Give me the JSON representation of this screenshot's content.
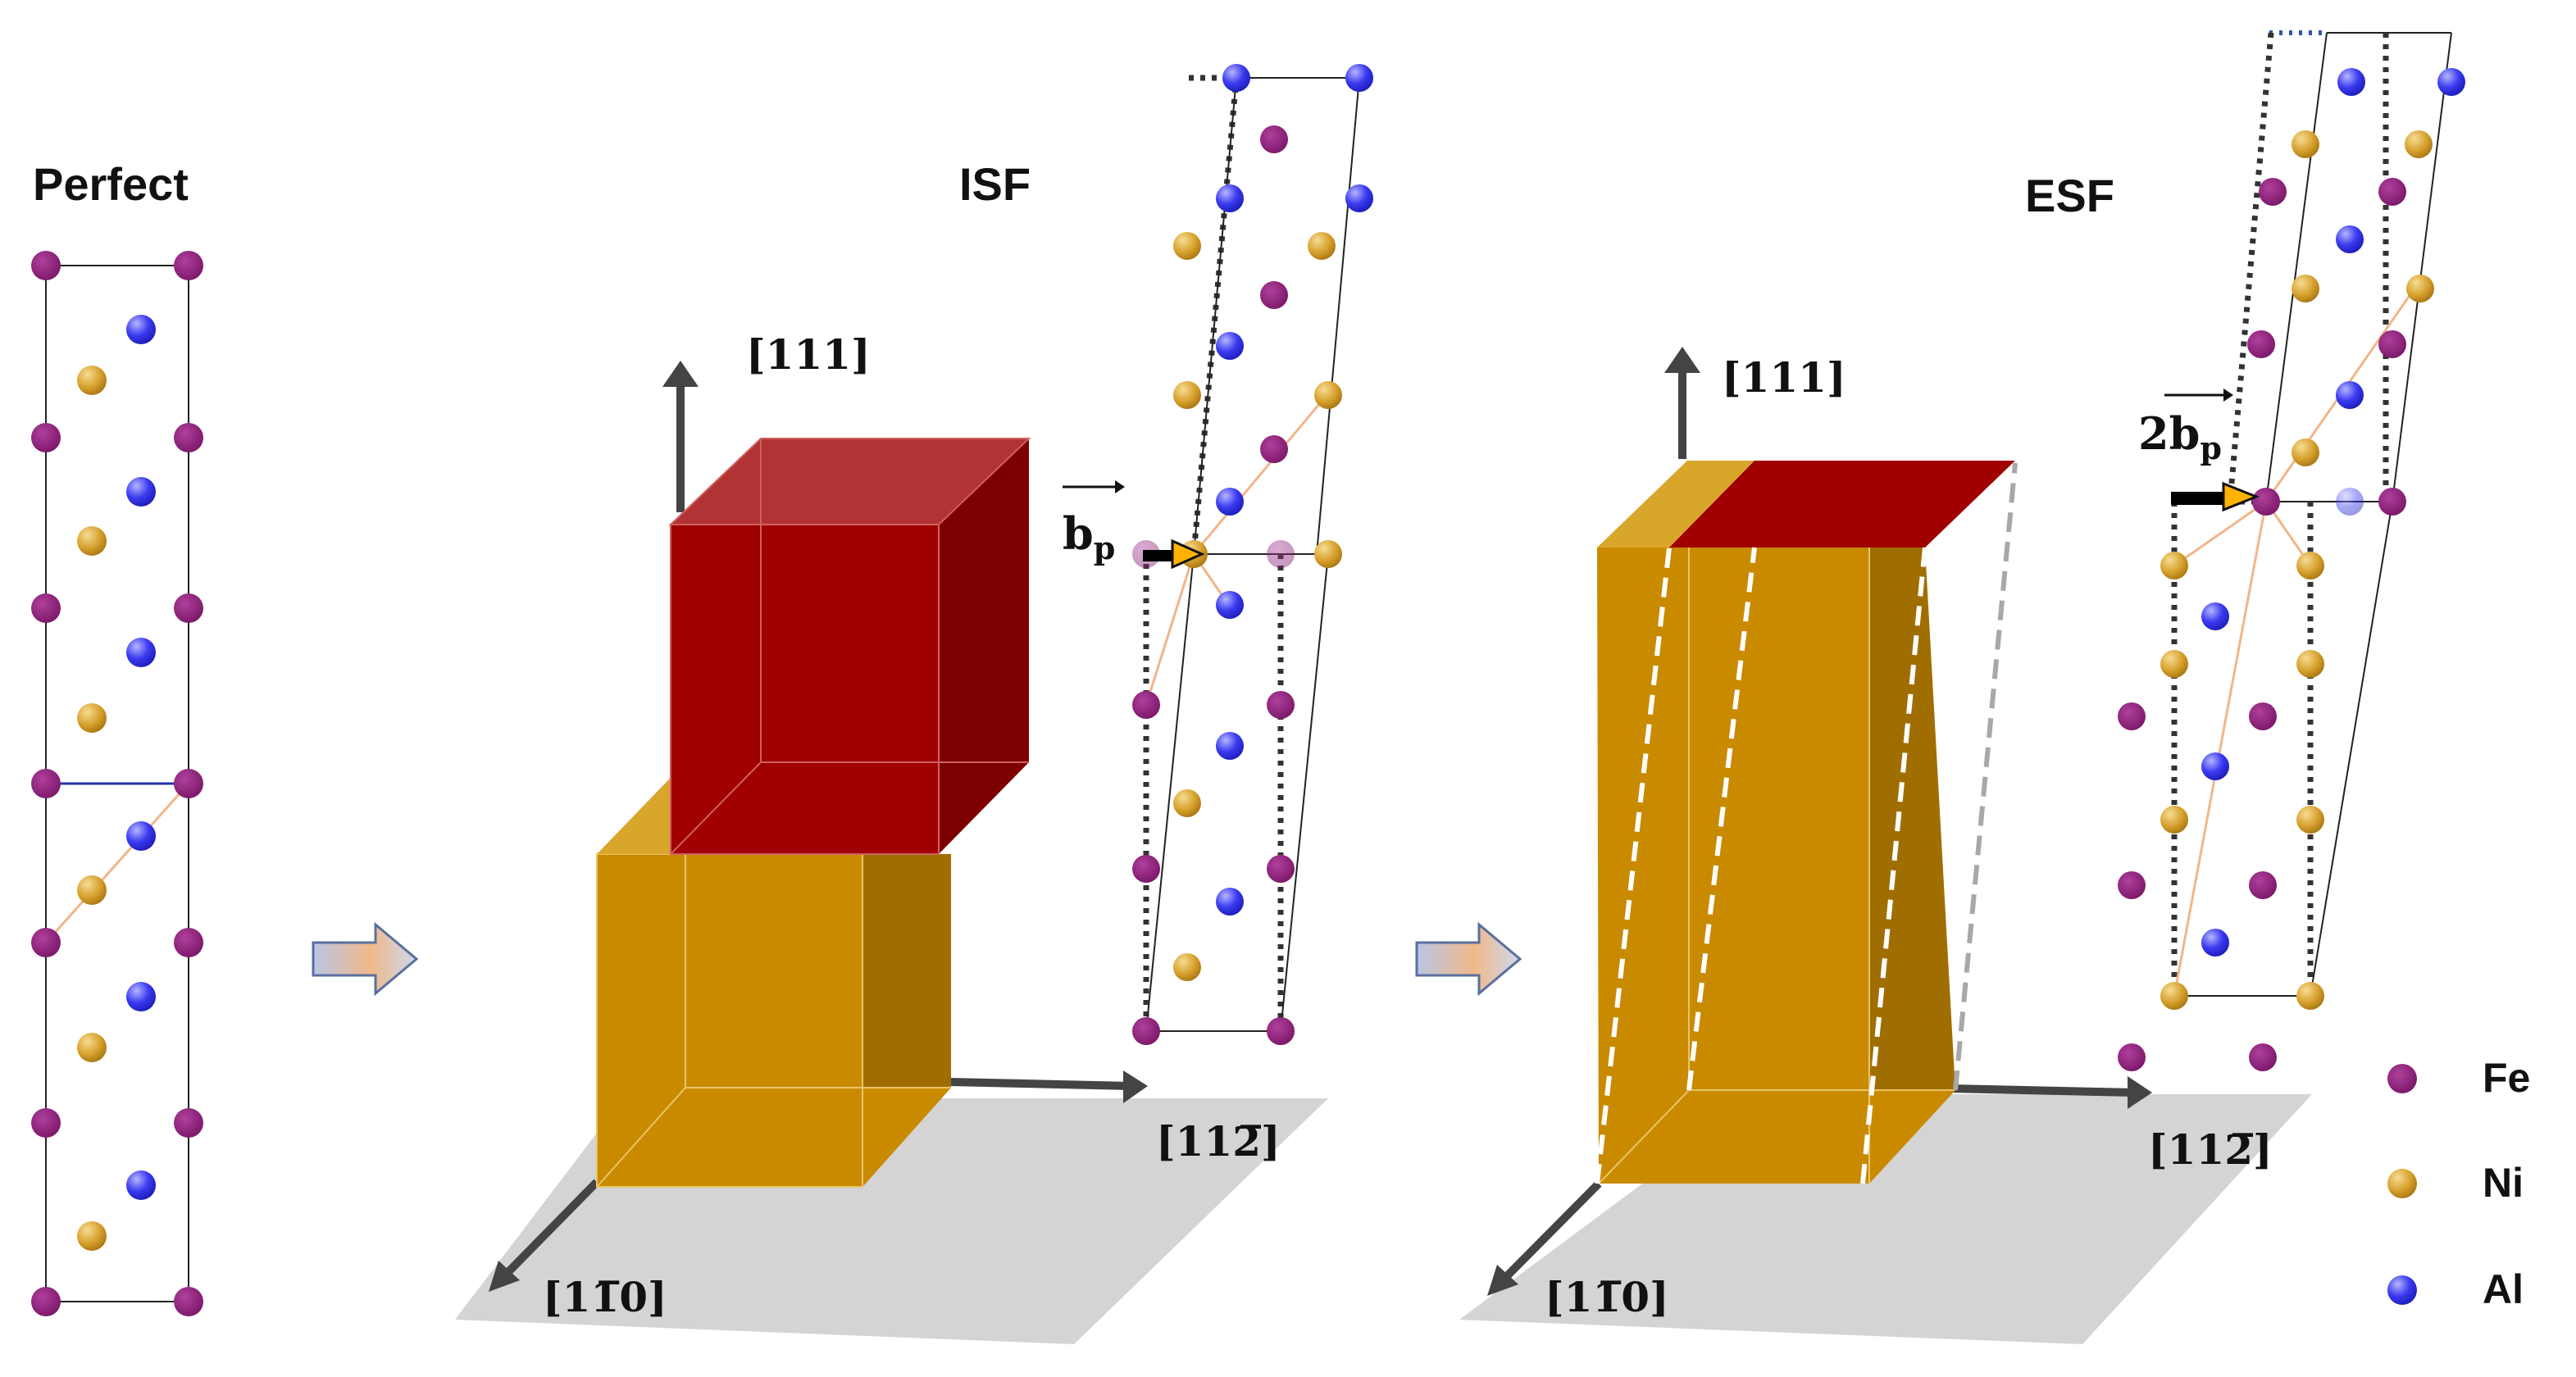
{
  "labels": {
    "perfect": "Perfect",
    "isf": "ISF",
    "esf": "ESF"
  },
  "axes": {
    "z": "[111]",
    "x": "[112̅]",
    "y": "[11̅0]"
  },
  "burgers": {
    "isf": "b",
    "isf_sub": "p",
    "esf_coef": "2",
    "esf": "b",
    "esf_sub": "p"
  },
  "legend": [
    {
      "symbol": "Fe",
      "color": "#8e1f7a"
    },
    {
      "symbol": "Ni",
      "color": "#d6a02c"
    },
    {
      "symbol": "Al",
      "color": "#3a3af0"
    }
  ],
  "colors": {
    "fe": "#8e1f7a",
    "ni": "#d6a02c",
    "al": "#3a3af0",
    "red_block": "#a00000",
    "gold_block": "#c98a00",
    "floor": "#d4d4d4",
    "axis": "#444444"
  }
}
